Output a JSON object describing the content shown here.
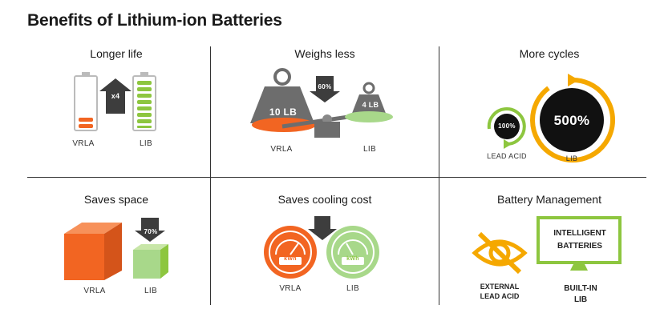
{
  "title": "Benefits of Lithium-ion Batteries",
  "cells": {
    "longer_life": {
      "title": "Longer life",
      "multiplier": "x4",
      "left_label": "VRLA",
      "right_label": "LIB"
    },
    "weighs_less": {
      "title": "Weighs less",
      "heavy_weight": "10 LB",
      "light_weight": "4 LB",
      "percent": "60%",
      "left_label": "VRLA",
      "right_label": "LIB"
    },
    "more_cycles": {
      "title": "More cycles",
      "small_value": "100%",
      "big_value": "500%",
      "left_label": "LEAD ACID",
      "right_label": "LIB"
    },
    "saves_space": {
      "title": "Saves space",
      "percent": "70%",
      "left_label": "VRLA",
      "right_label": "LIB"
    },
    "saves_cooling": {
      "title": "Saves cooling cost",
      "gauge_unit": "kWh",
      "left_label": "VRLA",
      "right_label": "LIB"
    },
    "battery_mgmt": {
      "title": "Battery Management",
      "screen_line1": "INTELLIGENT",
      "screen_line2": "BATTERIES",
      "left_label_1": "EXTERNAL",
      "left_label_2": "LEAD ACID",
      "right_label_1": "BUILT-IN",
      "right_label_2": "LIB"
    }
  },
  "colors": {
    "orange": "#f26522",
    "green": "#8dc63f",
    "light_green": "#a8d88a",
    "yellow": "#f5a800",
    "dark_gray": "#3d3d3d",
    "gray": "#6d6d6d"
  }
}
